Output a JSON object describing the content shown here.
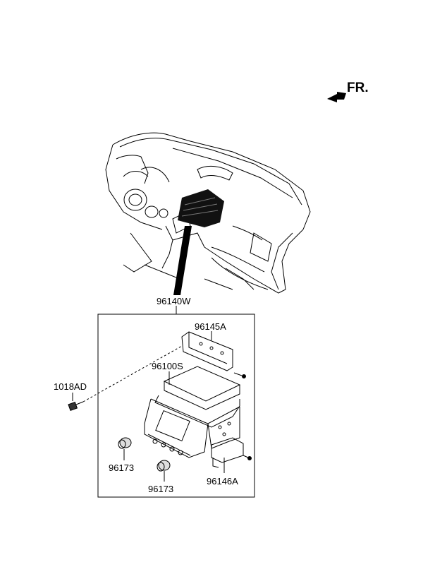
{
  "direction": {
    "label": "FR."
  },
  "parts": {
    "assembly": "96140W",
    "bracket_top": "96145A",
    "head_unit": "96100S",
    "screw": "1018AD",
    "knob_left": "96173",
    "knob_right": "96173",
    "bracket_side": "96146A"
  }
}
